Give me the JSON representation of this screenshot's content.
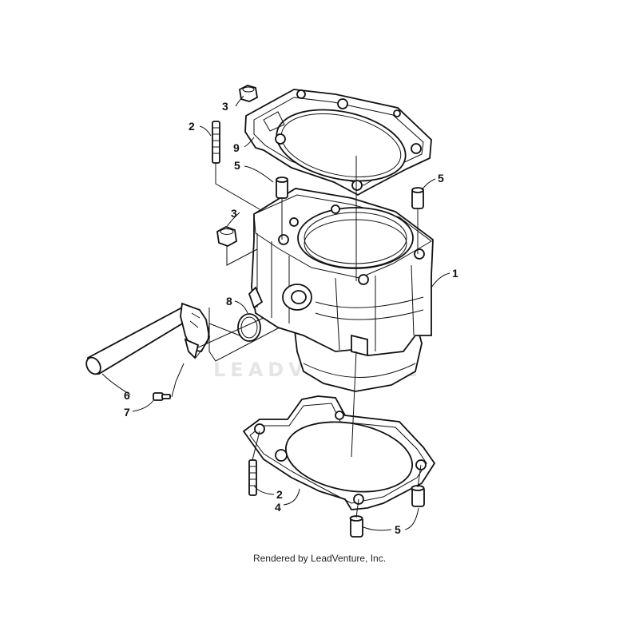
{
  "watermark": "LEADVENTURE",
  "credit": "Rendered by LeadVenture, Inc.",
  "callouts": {
    "c1": "1",
    "c2a": "2",
    "c2b": "2",
    "c3a": "3",
    "c3b": "3",
    "c4": "4",
    "c5a": "5",
    "c5b": "5",
    "c5c": "5",
    "c6": "6",
    "c7": "7",
    "c8": "8",
    "c9": "9"
  }
}
